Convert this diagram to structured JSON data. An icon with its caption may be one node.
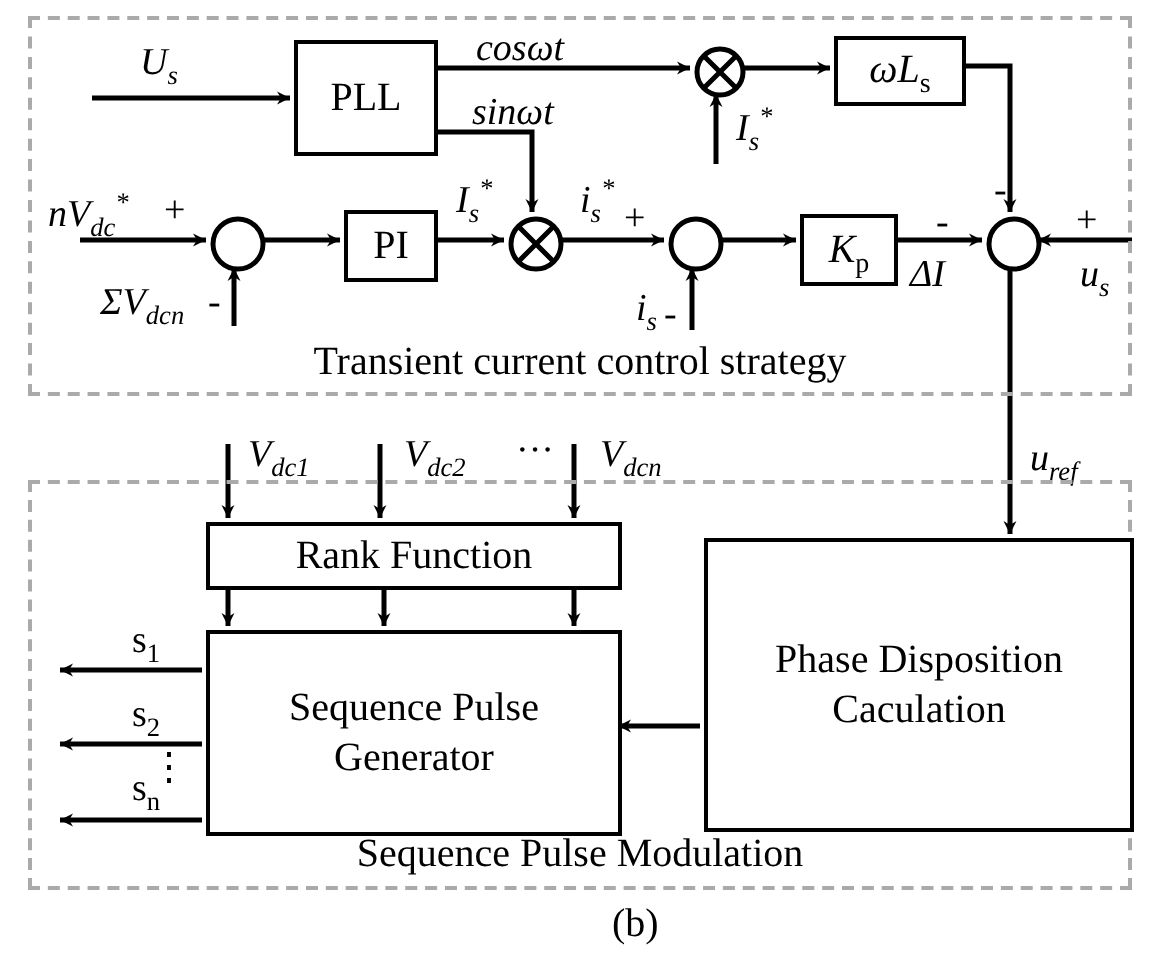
{
  "diagram": {
    "caption": "(b)",
    "nodes": [
      {
        "text": [
          "Transient current control strategy"
        ]
      },
      {
        "text": [
          "PLL"
        ],
        "in": 0
      },
      {
        "text": [],
        "shape": "multiplier",
        "in": 0
      },
      {
        "text": [
          "*ωL*$_{s}$"
        ],
        "in": 0
      },
      {
        "text": [],
        "shape": "circle",
        "in": 0
      },
      {
        "text": [
          "PI"
        ],
        "in": 0
      },
      {
        "text": [],
        "shape": "multiplier",
        "in": 0
      },
      {
        "text": [],
        "shape": "circle",
        "in": 0
      },
      {
        "text": [
          "*K*$_{p}$"
        ],
        "in": 0
      },
      {
        "text": [],
        "shape": "circle",
        "in": 0
      },
      {
        "text": [
          "Sequence Pulse Modulation"
        ]
      },
      {
        "text": [
          "Rank Function"
        ],
        "in": 10
      },
      {
        "text": [
          "Sequence Pulse Generator"
        ],
        "in": 10
      },
      {
        "text": [
          "Phase Disposition Caculation"
        ],
        "in": 10
      }
    ],
    "edges": [
      {
        "from": null,
        "to": 1,
        "arrow": "to",
        "label": "U$_{s}$"
      },
      {
        "from": 1,
        "to": 2,
        "arrow": "to",
        "label": "cosωt"
      },
      {
        "from": 1,
        "to": 6,
        "arrow": "to",
        "label": "sinωt"
      },
      {
        "from": null,
        "to": 2,
        "arrow": "to",
        "label": "I$_{s}$$^{*}$"
      },
      {
        "from": 2,
        "to": 3,
        "arrow": "to"
      },
      {
        "from": 3,
        "to": 9,
        "arrow": "to"
      },
      {
        "from": null,
        "to": 4,
        "arrow": "to",
        "label": "nV$_{dc}$$^{*}$"
      },
      {
        "from": null,
        "to": 4,
        "arrow": "to",
        "label": "ΣV$_{dcn}$"
      },
      {
        "from": 4,
        "to": 5,
        "arrow": "to"
      },
      {
        "from": 5,
        "to": 6,
        "arrow": "to",
        "label": "I$_{s}$$^{*}$"
      },
      {
        "from": 6,
        "to": 7,
        "arrow": "to",
        "label": "i$_{s}$$^{*}$"
      },
      {
        "from": null,
        "to": 7,
        "arrow": "to",
        "label": "i$_{s}$"
      },
      {
        "from": 7,
        "to": 8,
        "arrow": "to"
      },
      {
        "from": 8,
        "to": 9,
        "arrow": "to",
        "label": "ΔI"
      },
      {
        "from": null,
        "to": 9,
        "arrow": "to",
        "label": "u$_{s}$"
      },
      {
        "from": 9,
        "to": 13,
        "arrow": "to",
        "label": "u$_{ref}$"
      },
      {
        "from": null,
        "to": 11,
        "arrow": "to",
        "label": "V$_{dc1}$"
      },
      {
        "from": null,
        "to": 11,
        "arrow": "to",
        "label": "V$_{dc2}$"
      },
      {
        "from": null,
        "to": 11,
        "arrow": "to",
        "label": "V$_{dcn}$"
      },
      {
        "from": 11,
        "to": 12,
        "arrow": "to"
      },
      {
        "from": 11,
        "to": 12,
        "arrow": "to"
      },
      {
        "from": 11,
        "to": 12,
        "arrow": "to"
      },
      {
        "from": 13,
        "to": 12,
        "arrow": "to"
      },
      {
        "from": 12,
        "to": null,
        "arrow": "to",
        "label": "s$_{1}$"
      },
      {
        "from": 12,
        "to": null,
        "arrow": "to",
        "label": "s$_{2}$"
      },
      {
        "from": 12,
        "to": null,
        "arrow": "to",
        "label": "s$_{n}$"
      }
    ],
    "labels": [
      "-",
      "+",
      "+",
      "-",
      "+",
      "-",
      "-",
      "···",
      "⋮"
    ]
  }
}
